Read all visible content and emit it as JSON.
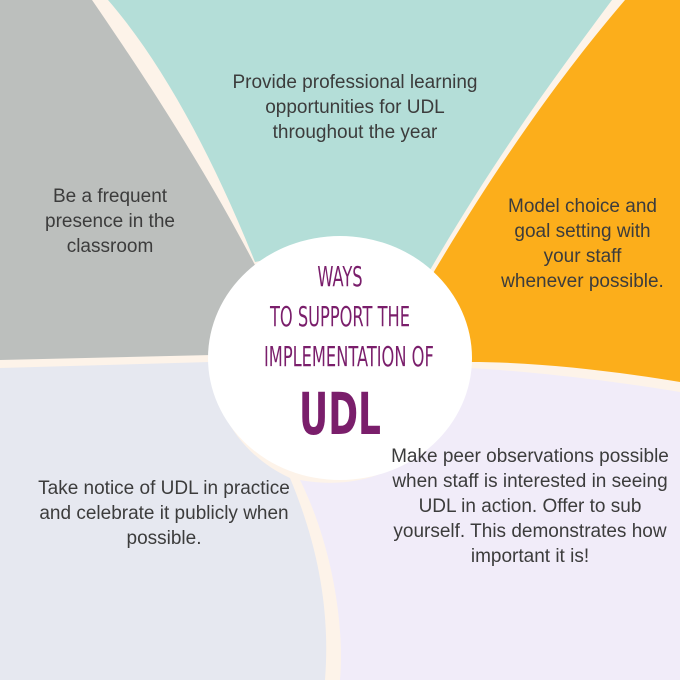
{
  "center": {
    "line1": "WAYS",
    "line2": "TO SUPPORT THE",
    "line3": "IMPLEMENTATION OF",
    "line4": "UDL"
  },
  "tips": {
    "top": "Provide professional learning opportunities for UDL throughout the year",
    "left": "Be a frequent presence in the classroom",
    "right": "Model choice and goal setting with your staff whenever possible.",
    "bottom_left": "Take notice of UDL in practice and celebrate it publicly when possible.",
    "bottom_right": "Make peer observations possible when staff is interested in seeing UDL in action. Offer to sub yourself. This demonstrates how important it is!"
  },
  "colors": {
    "background": "#fdf3e9",
    "top_panel": "#b4ded8",
    "left_panel": "#bcbfbd",
    "right_panel": "#fcae1b",
    "bottom_left_panel": "#e6e8f0",
    "bottom_right_panel": "#f1ecf9",
    "center_circle": "#ffffff",
    "title_text": "#7a1e6b",
    "body_text": "#3c3c3c"
  }
}
